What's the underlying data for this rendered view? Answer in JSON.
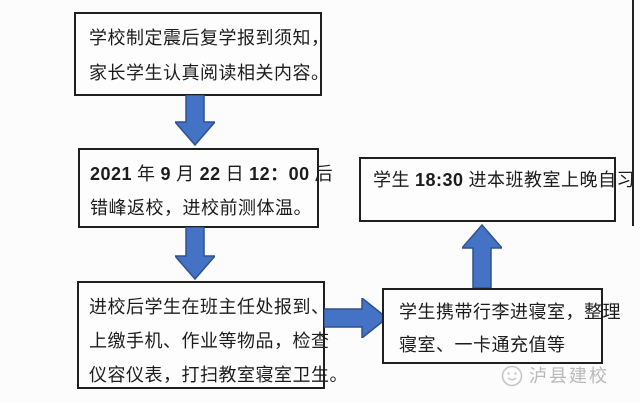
{
  "colors": {
    "arrow_fill": "#4472C4",
    "arrow_border": "#2F528F",
    "box_border": "#1F1F1F",
    "text": "#1C1C1C",
    "background": "#FCFCFC",
    "watermark": "#B9B9B9"
  },
  "flowchart": {
    "boxes": [
      {
        "name": "step-notice",
        "lines": [
          "学校制定震后复学报到须知，",
          "家长学生认真阅读相关内容。"
        ]
      },
      {
        "name": "step-return-time",
        "line1_parts": [
          "2021",
          " 年 ",
          "9",
          " 月 ",
          "22",
          " 日 ",
          "12：00",
          " 后"
        ],
        "line2": "错峰返校，进校前测体温。"
      },
      {
        "name": "step-checkin",
        "lines": [
          "进校后学生在班主任处报到、",
          "上缴手机、作业等物品，检查",
          "仪容仪表，打扫教室寝室卫生。"
        ]
      },
      {
        "name": "step-dorm",
        "lines": [
          "学生携带行李进寝室，整理",
          "寝室、一卡通充值等"
        ]
      },
      {
        "name": "step-evening-study",
        "parts": [
          "学生 ",
          "18:30",
          " 进本班教室上晚自习"
        ]
      }
    ],
    "arrows": [
      {
        "name": "arrow-notice-to-return",
        "direction": "down"
      },
      {
        "name": "arrow-return-to-checkin",
        "direction": "down"
      },
      {
        "name": "arrow-checkin-to-dorm",
        "direction": "right"
      },
      {
        "name": "arrow-dorm-to-study",
        "direction": "up"
      }
    ]
  },
  "watermark": {
    "icon": "scribble-face-logo",
    "text": "泸县建校"
  }
}
